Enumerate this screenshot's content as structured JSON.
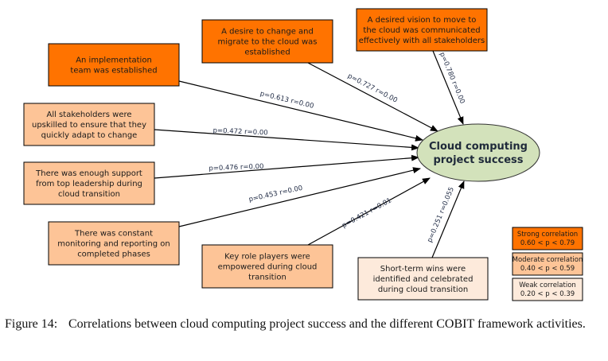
{
  "colors": {
    "strong": "#ff7300",
    "moderate": "#fdc497",
    "weak": "#fdeadb",
    "center": "#d3e2bb",
    "line": "#000000"
  },
  "center": {
    "lines": [
      "Cloud computing",
      "project success"
    ]
  },
  "nodes": [
    {
      "id": "implementation-team",
      "strength": "strong",
      "lines": [
        "An implementation",
        "team was established"
      ],
      "edge_label": "p=0.613 r=0.00",
      "p": 0.613,
      "r": 0.0
    },
    {
      "id": "desire-to-change",
      "strength": "strong",
      "lines": [
        "A desire to change and",
        "migrate to the cloud was",
        "established"
      ],
      "edge_label": "p=0.727 r=0.00",
      "p": 0.727,
      "r": 0.0
    },
    {
      "id": "desired-vision",
      "strength": "strong",
      "lines": [
        "A desired vision to move to",
        "the cloud was communicated",
        "effectively with all stakeholders"
      ],
      "edge_label": "p=0.780 r=0.00",
      "p": 0.78,
      "r": 0.0
    },
    {
      "id": "stakeholders-upskilled",
      "strength": "moderate",
      "lines": [
        "All stakeholders were",
        "upskilled to ensure that they",
        "quickly adapt to change"
      ],
      "edge_label": "p=0.472 r=0.00",
      "p": 0.472,
      "r": 0.0
    },
    {
      "id": "leadership-support",
      "strength": "moderate",
      "lines": [
        "There was enough support",
        "from top leadership during",
        "cloud transition"
      ],
      "edge_label": "p=0.476 r=0.00",
      "p": 0.476,
      "r": 0.0
    },
    {
      "id": "constant-monitoring",
      "strength": "moderate",
      "lines": [
        "There was constant",
        "monitoring and reporting on",
        "completed phases"
      ],
      "edge_label": "p=0.453 r=0.00",
      "p": 0.453,
      "r": 0.0
    },
    {
      "id": "key-role-players",
      "strength": "moderate",
      "lines": [
        "Key role players were",
        "empowered during cloud",
        "transition"
      ],
      "edge_label": "p=0.421 r=0.01",
      "p": 0.421,
      "r": 0.01
    },
    {
      "id": "short-term-wins",
      "strength": "weak",
      "lines": [
        "Short-term wins were",
        "identified and celebrated",
        "during cloud transition"
      ],
      "edge_label": "p=0.251 r=0.055",
      "p": 0.251,
      "r": 0.055
    }
  ],
  "legend": [
    {
      "strength": "strong",
      "title": "Strong correlation",
      "range": "0.60 < p < 0.79"
    },
    {
      "strength": "moderate",
      "title": "Moderate correlation",
      "range": "0.40 < p < 0.59"
    },
    {
      "strength": "weak",
      "title": "Weak correlation",
      "range": "0.20 < p < 0.39"
    }
  ],
  "caption": {
    "label": "Figure 14:",
    "text": "Correlations between cloud computing project success and the different COBIT framework activities."
  }
}
